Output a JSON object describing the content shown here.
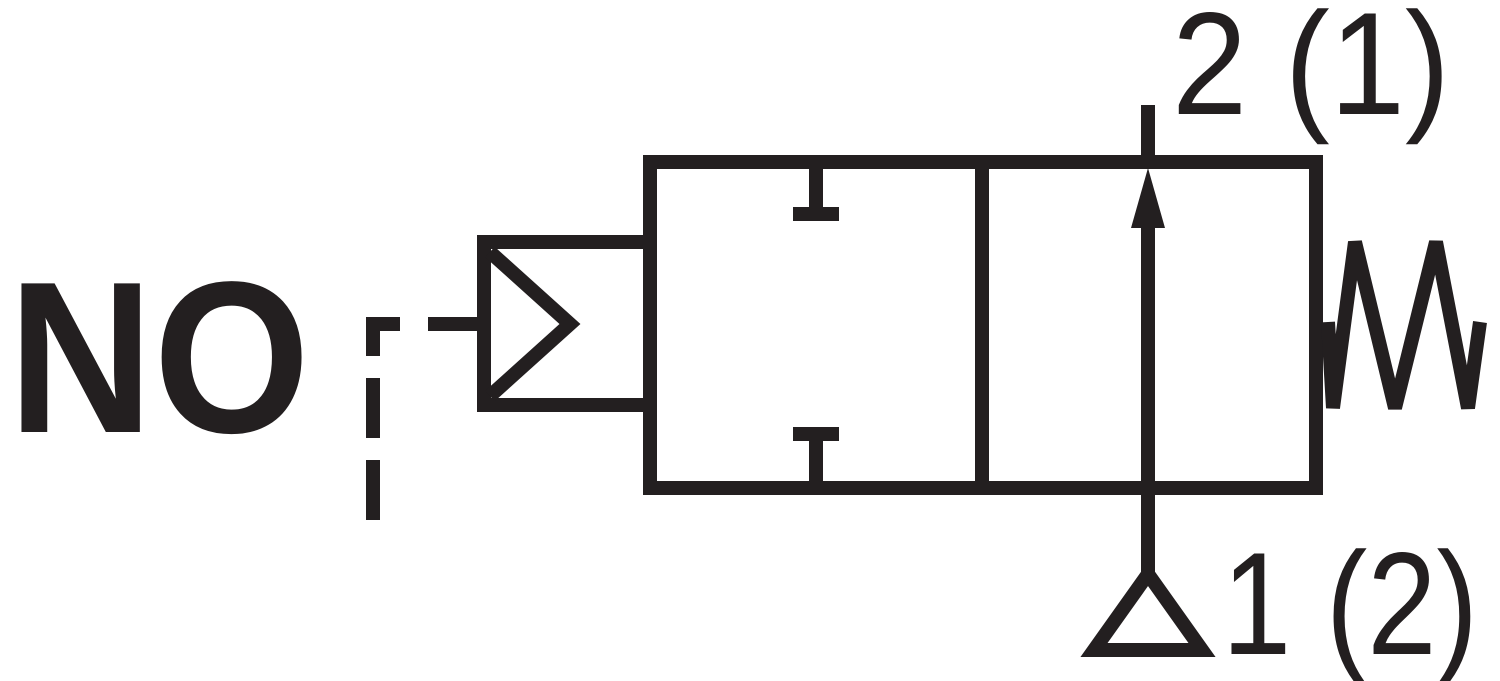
{
  "labels": {
    "normal_state": "NO",
    "port_top": "2 (1)",
    "port_bottom": "1 (2)"
  },
  "colors": {
    "ink": "#231f20",
    "background": "#ffffff"
  }
}
